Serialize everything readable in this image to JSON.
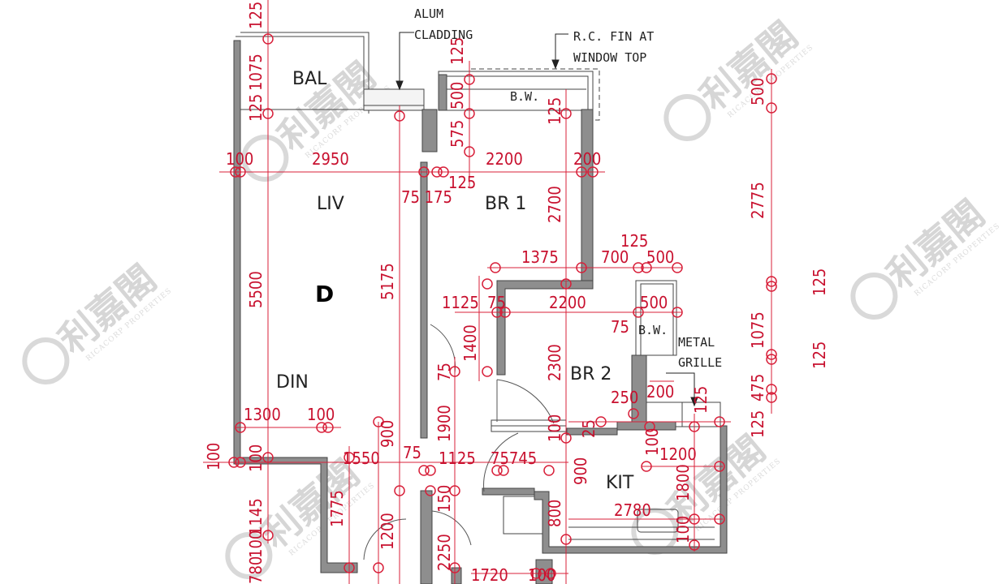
{
  "unit_label": "D",
  "rooms": {
    "bal": "BAL",
    "liv": "LIV",
    "din": "DIN",
    "br1": "BR 1",
    "br2": "BR 2",
    "kit": "KIT"
  },
  "notes": {
    "alum_1": "ALUM",
    "alum_2": "CLADDING",
    "rc_1": "R.C. FIN AT",
    "rc_2": "WINDOW TOP",
    "bw_1": "B.W.",
    "bw_2": "B.W.",
    "metal_1": "METAL",
    "metal_2": "GRILLE"
  },
  "watermark": {
    "name": "利嘉閣",
    "sub": "RICACORP PROPERTIES"
  },
  "dimensions": {
    "d125_top": "125",
    "d1075_l": "1075",
    "d125_l2": "125",
    "d100_l": "100",
    "d2950": "2950",
    "d2200_t": "2200",
    "d200_t": "200",
    "d125_t": "125",
    "d75_175": "75 175",
    "d2700": "2700",
    "d5500": "5500",
    "d5175": "5175",
    "d1375": "1375",
    "d125_m": "125",
    "d700": "700",
    "d500_m": "500",
    "d1125_a": "1125",
    "d75_a": "75",
    "d2200_m": "2200",
    "d500_r": "500",
    "d1400": "1400",
    "d75_v": "75",
    "d2300": "2300",
    "d75_bw": "75",
    "d250": "250",
    "d200_b": "200",
    "d125_g": "125",
    "d1300": "1300",
    "d100_b": "100",
    "d1900": "1900",
    "d900_l": "900",
    "d100_ll": "100",
    "d100_lv": "100",
    "d1550": "1550",
    "d75_b": "75",
    "d1125_b": "1125",
    "d75745": "75745",
    "d100_mid": "100",
    "d900_k": "900",
    "d100_k": "100",
    "d1200_k": "1200",
    "d1800": "1800",
    "d2780": "2780",
    "d100_kb": "100",
    "d800": "800",
    "d1145": "1145",
    "d1775": "1775",
    "d1200_b": "1200",
    "d100_bb": "100",
    "d2250": "2250",
    "d1720": "1720",
    "d100_bt": "100",
    "d780": "780",
    "d150": "150",
    "d25": "25",
    "d125_575": "125",
    "d575": "575",
    "d500_v": "500",
    "d125_r": "125",
    "r500": "500",
    "r2775": "2775",
    "r125a": "125",
    "r1075": "1075",
    "r125b": "125",
    "r475": "475",
    "r125c": "125"
  }
}
